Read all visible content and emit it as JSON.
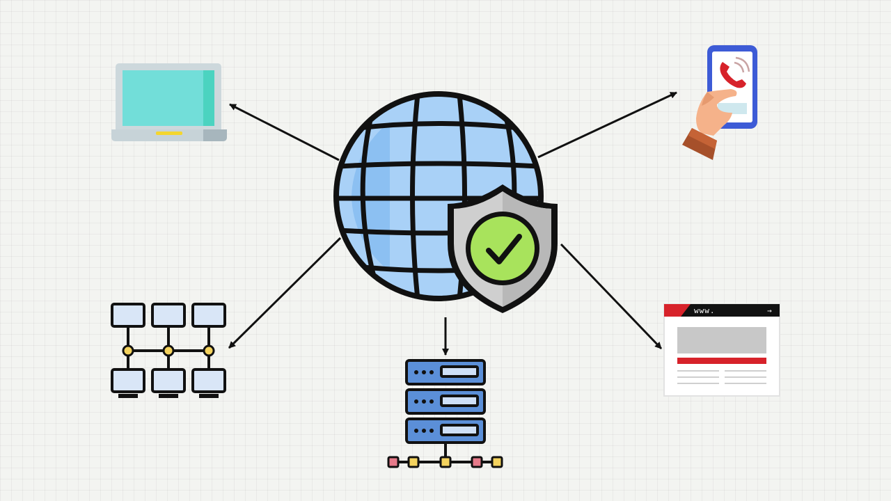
{
  "diagram": {
    "center": {
      "name": "secure-globe",
      "icon": "globe-shield-check-icon"
    },
    "nodes": [
      {
        "name": "laptop",
        "icon": "laptop-icon"
      },
      {
        "name": "mobile-phone",
        "icon": "phone-call-icon"
      },
      {
        "name": "computer-network",
        "icon": "network-topology-icon"
      },
      {
        "name": "server",
        "icon": "server-rack-icon"
      },
      {
        "name": "website",
        "icon": "browser-window-icon"
      }
    ],
    "website": {
      "url_label": "www.",
      "go_arrow": "→"
    }
  },
  "colors": {
    "globe": "#a9d1f7",
    "shield": "#cfcfcf",
    "check": "#a8e35c",
    "laptop_screen": "#72ded9",
    "server": "#5b8fd8",
    "browser_accent": "#d7222a"
  }
}
